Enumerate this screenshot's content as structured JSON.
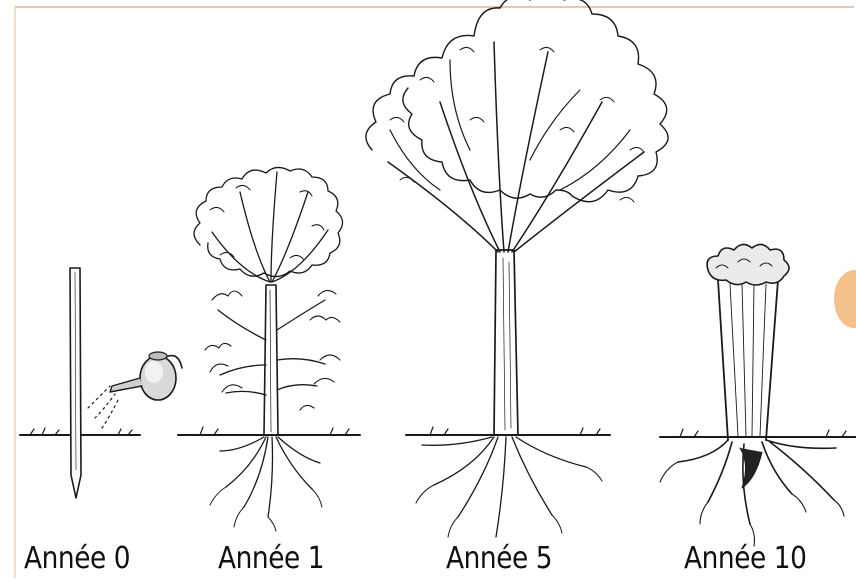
{
  "stages": [
    {
      "label": "Année 0",
      "depiction": "stake-watering-can"
    },
    {
      "label": "Année 1",
      "depiction": "young-tree"
    },
    {
      "label": "Année 5",
      "depiction": "mature-tree"
    },
    {
      "label": "Année 10",
      "depiction": "pollarded-trunk"
    }
  ],
  "colors": {
    "ink": "#1a1a1a",
    "frame_accent": "#f0c79a",
    "side_tab": "#f3c189"
  }
}
